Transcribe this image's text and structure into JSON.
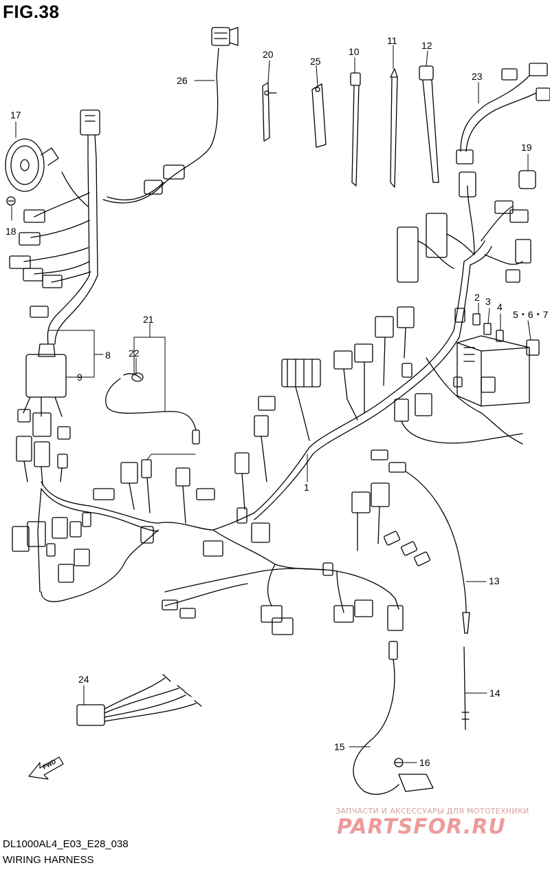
{
  "figure": {
    "title": "FIG.38",
    "code": "DL1000AL4_E03_E28_038",
    "name": "WIRING HARNESS"
  },
  "watermark": {
    "tagline": "ЗАПЧАСТИ И АКСЕССУАРЫ ДЛЯ МОТОТЕХНИКИ",
    "site": "PARTSFOR.RU"
  },
  "direction_arrow": "FWD",
  "callouts": {
    "c1": "1",
    "c2": "2",
    "c3": "3",
    "c4": "4",
    "c567": "5・6・7",
    "c8": "8",
    "c9": "9",
    "c10": "10",
    "c11": "11",
    "c12": "12",
    "c13": "13",
    "c14": "14",
    "c15": "15",
    "c16": "16",
    "c17": "17",
    "c18": "18",
    "c19": "19",
    "c20": "20",
    "c21": "21",
    "c22": "22",
    "c23": "23",
    "c24": "24",
    "c25": "25",
    "c26": "26"
  }
}
